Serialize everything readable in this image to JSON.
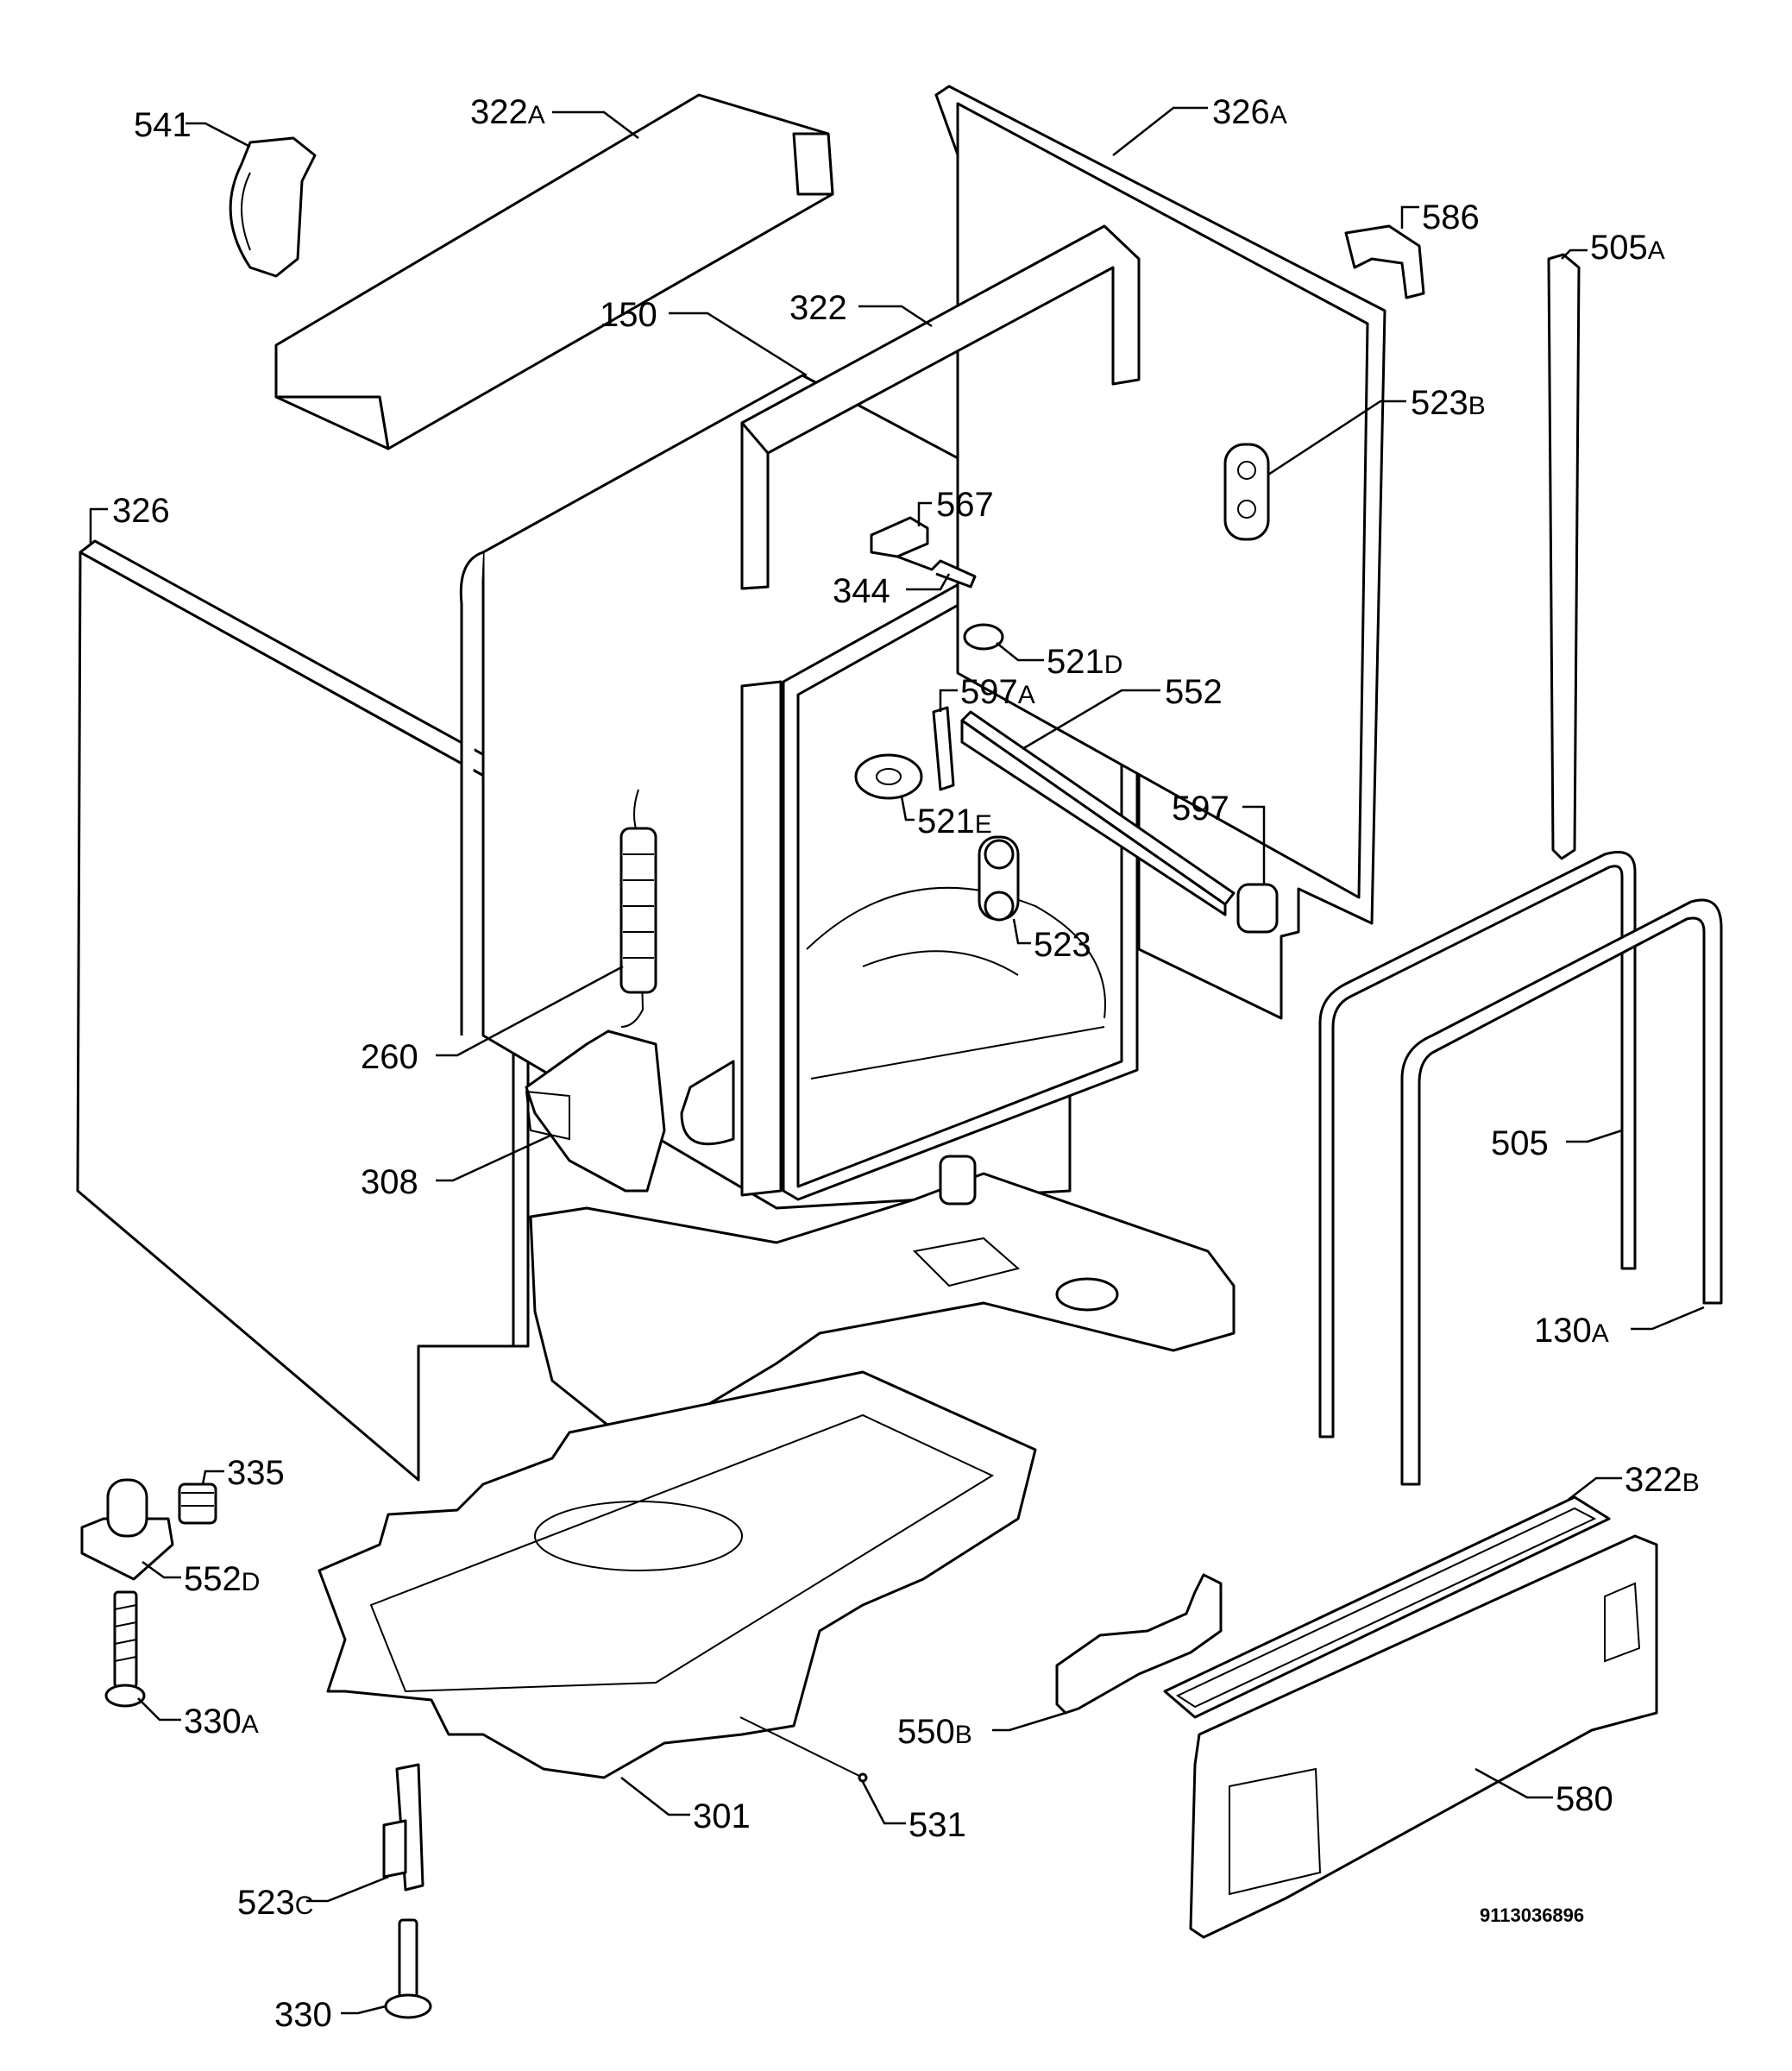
{
  "document_number": "9113036896",
  "callouts": [
    {
      "id": "541",
      "num": "541",
      "suffix": ""
    },
    {
      "id": "322A",
      "num": "322",
      "suffix": "A"
    },
    {
      "id": "326A",
      "num": "326",
      "suffix": "A"
    },
    {
      "id": "586",
      "num": "586",
      "suffix": ""
    },
    {
      "id": "505A",
      "num": "505",
      "suffix": "A"
    },
    {
      "id": "150",
      "num": "150",
      "suffix": ""
    },
    {
      "id": "322",
      "num": "322",
      "suffix": ""
    },
    {
      "id": "523B",
      "num": "523",
      "suffix": "B"
    },
    {
      "id": "326",
      "num": "326",
      "suffix": ""
    },
    {
      "id": "567",
      "num": "567",
      "suffix": ""
    },
    {
      "id": "344",
      "num": "344",
      "suffix": ""
    },
    {
      "id": "521D",
      "num": "521",
      "suffix": "D"
    },
    {
      "id": "597A",
      "num": "597",
      "suffix": "A"
    },
    {
      "id": "552",
      "num": "552",
      "suffix": ""
    },
    {
      "id": "597",
      "num": "597",
      "suffix": ""
    },
    {
      "id": "521E",
      "num": "521",
      "suffix": "E"
    },
    {
      "id": "523",
      "num": "523",
      "suffix": ""
    },
    {
      "id": "260",
      "num": "260",
      "suffix": ""
    },
    {
      "id": "308",
      "num": "308",
      "suffix": ""
    },
    {
      "id": "505",
      "num": "505",
      "suffix": ""
    },
    {
      "id": "130A",
      "num": "130",
      "suffix": "A"
    },
    {
      "id": "335",
      "num": "335",
      "suffix": ""
    },
    {
      "id": "552D",
      "num": "552",
      "suffix": "D"
    },
    {
      "id": "322B",
      "num": "322",
      "suffix": "B"
    },
    {
      "id": "330A",
      "num": "330",
      "suffix": "A"
    },
    {
      "id": "550B",
      "num": "550",
      "suffix": "B"
    },
    {
      "id": "580",
      "num": "580",
      "suffix": ""
    },
    {
      "id": "301",
      "num": "301",
      "suffix": ""
    },
    {
      "id": "531",
      "num": "531",
      "suffix": ""
    },
    {
      "id": "523C",
      "num": "523",
      "suffix": "C"
    },
    {
      "id": "330",
      "num": "330",
      "suffix": ""
    }
  ]
}
